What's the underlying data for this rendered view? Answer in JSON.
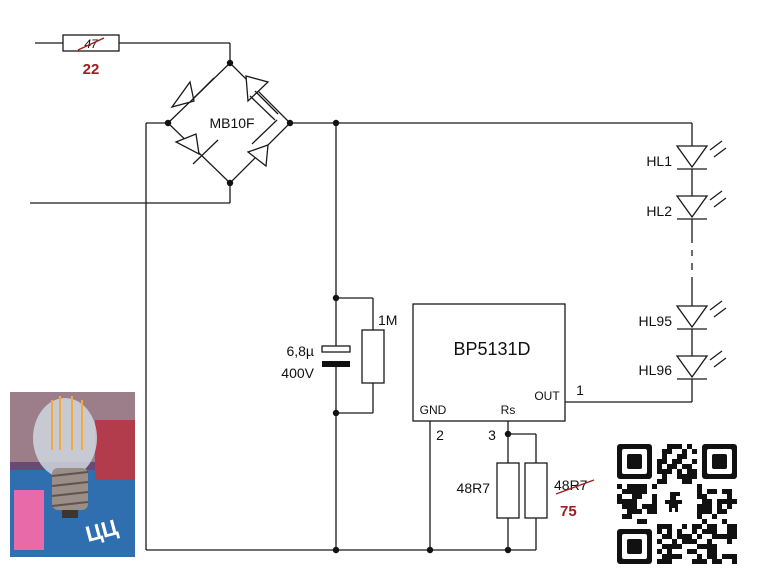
{
  "fuse": {
    "label": "47",
    "replacement": "22"
  },
  "bridge": {
    "label": "MB10F"
  },
  "capacitor": {
    "value": "6,8µ",
    "voltage": "400V"
  },
  "resistor_bleeder": {
    "label": "1M"
  },
  "ic": {
    "name": "BP5131D",
    "pin_gnd": "GND",
    "pin_rs": "Rs",
    "pin_out": "OUT",
    "pin1": "1",
    "pin2": "2",
    "pin3": "3"
  },
  "sense_resistors": {
    "r1": "48R7",
    "r2": "48R7",
    "r2_replacement": "75"
  },
  "leds": [
    "HL1",
    "HL2",
    "HL95",
    "HL96"
  ],
  "colors": {
    "wire": "#1a1a1a",
    "annotation": "#a11d1d"
  }
}
